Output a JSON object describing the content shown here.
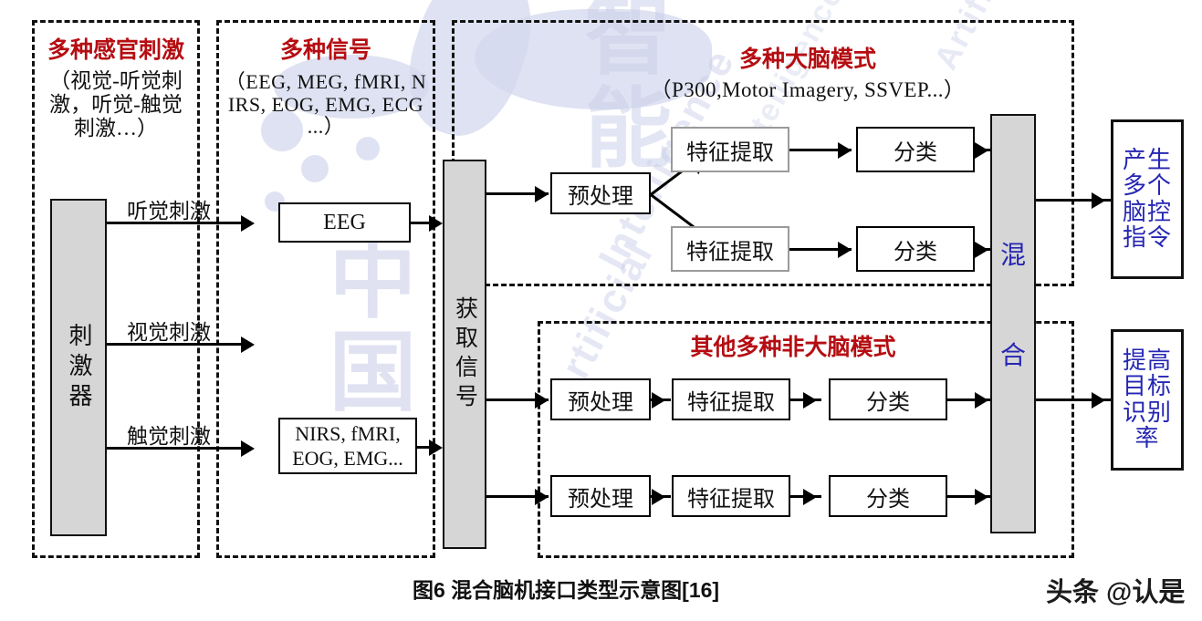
{
  "figure": {
    "caption": "图6 混合脑机接口类型示意图[16]",
    "credit": "头条 @认是",
    "colors": {
      "title_red": "#b50d12",
      "output_blue": "#2626b4",
      "box_gray": "#d6d6d6",
      "line": "#000000"
    }
  },
  "panels": [
    {
      "id": "sensory",
      "title": "多种感官刺激",
      "subtitle": "（视觉-听觉刺\n激，听觉-触觉\n刺激…）"
    },
    {
      "id": "signals",
      "title": "多种信号",
      "subtitle": "（EEG, MEG, fMRI, N\nIRS, EOG, EMG, ECG\n...）"
    },
    {
      "id": "brain_patterns",
      "title": "多种大脑模式",
      "subtitle": "（P300,Motor Imagery, SSVEP...）"
    },
    {
      "id": "non_brain_patterns",
      "title": "其他多种非大脑模式",
      "subtitle": ""
    }
  ],
  "blocks": {
    "stimulator": "刺激器",
    "eeg": "EEG",
    "other_signals": "NIRS, fMRI,\nEOG, EMG...",
    "acquire": "获取信号",
    "preprocess": "预处理",
    "feature_extract": "特征提取",
    "classify": "分类",
    "fusion_top": "混",
    "fusion_bottom": "合",
    "output_top": "产生多个脑控指令",
    "output_bottom": "提高目标识别率"
  },
  "arrow_labels": {
    "auditory": "听觉刺激",
    "visual": "视觉刺激",
    "tactile": "触觉刺激"
  },
  "watermark": {
    "cn_1": "中国",
    "cn_2": "智能",
    "en_1": "Artificial",
    "en_2": "Intelligence"
  }
}
